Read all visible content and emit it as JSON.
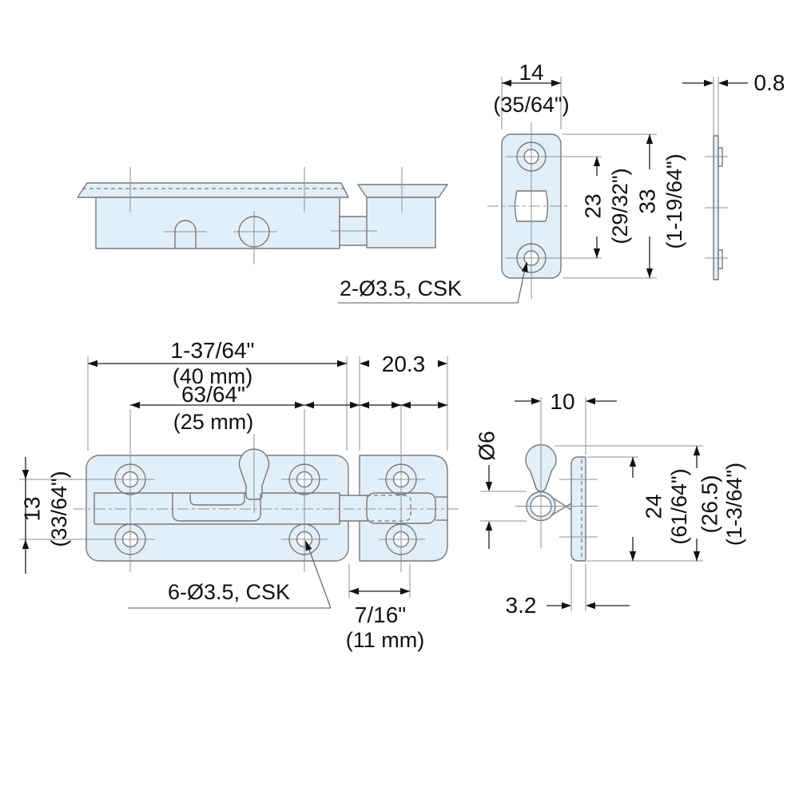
{
  "figure": {
    "title": "barrel-bolt-latch-dimension-drawing",
    "colors": {
      "part_fill": "#e2eff9",
      "part_line": "#76797c",
      "centerline": "#8b9094",
      "dimension": "#1f1f1f",
      "background": "#ffffff"
    },
    "views": {
      "strike_front": {
        "width_mm": "14",
        "width_in": "(35/64\")",
        "hole_pitch_mm": "23",
        "hole_pitch_in": "(29/32\")",
        "height_mm": "33",
        "height_in": "(1-19/64\")",
        "holes_note": "2-Ø3.5, CSK",
        "thickness_mm": "0.8"
      },
      "bolt_front": {
        "length_in": "1-37/64\"",
        "length_mm": "(40 mm)",
        "hole_pitch_in": "63/64\"",
        "hole_pitch_mm": "(25 mm)",
        "keeper_width_mm": "20.3",
        "row_pitch_mm": "13",
        "row_pitch_in": "(33/64\")",
        "holes_note": "6-Ø3.5, CSK",
        "throw_in": "7/16\"",
        "throw_mm": "(11 mm)"
      },
      "bolt_end": {
        "knob_offset_mm": "10",
        "knob_diameter": "Ø6",
        "height_mm": "24",
        "height_in": "(61/64\")",
        "overall_height_mm": "(26.5)",
        "overall_height_in": "(1-3/64\")",
        "thickness_mm": "3.2"
      }
    }
  }
}
